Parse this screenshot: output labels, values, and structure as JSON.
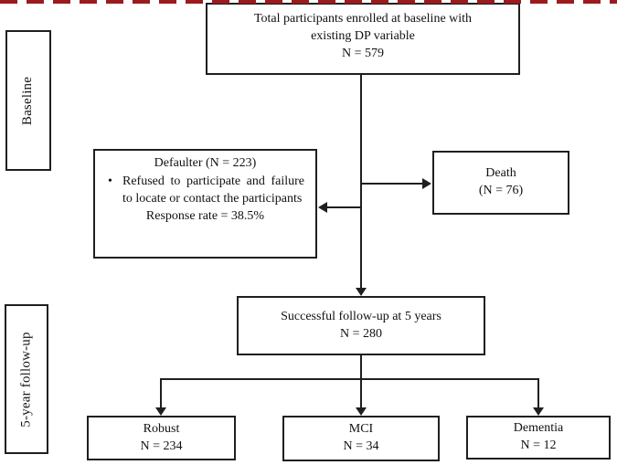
{
  "figure": {
    "type": "flowchart",
    "stage_labels": {
      "baseline": "Baseline",
      "followup": "5-year follow-up"
    },
    "nodes": {
      "total": {
        "line1": "Total participants enrolled at baseline with",
        "line2": "existing DP variable",
        "line3": "N = 579"
      },
      "defaulter": {
        "title": "Defaulter (N = 223)",
        "bullet_marker": "•",
        "bullet_text": "Refused to participate and failure to locate or contact the participants",
        "note": "Response rate = 38.5%"
      },
      "death": {
        "line1": "Death",
        "line2": "(N = 76)"
      },
      "followup": {
        "line1": "Successful follow-up at 5 years",
        "line2": "N = 280"
      },
      "robust": {
        "line1": "Robust",
        "line2": "N = 234"
      },
      "mci": {
        "line1": "MCI",
        "line2": "N = 34"
      },
      "dementia": {
        "line1": "Dementia",
        "line2": "N = 12"
      }
    },
    "colors": {
      "divider_red": "#9b1b1e",
      "line_black": "#1f1f1f"
    }
  }
}
